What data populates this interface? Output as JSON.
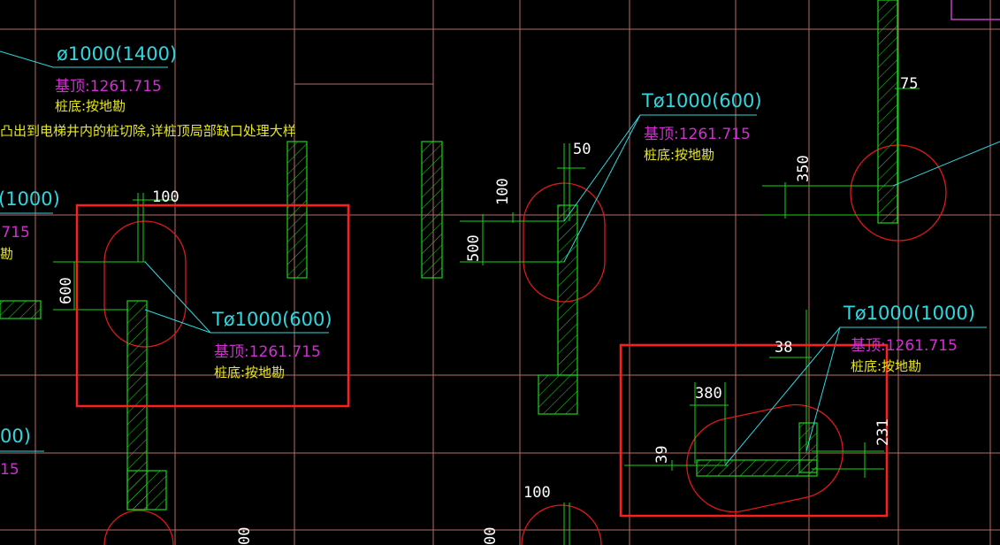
{
  "colors": {
    "background": "#000000",
    "grid": "#b86a6a",
    "wall": "#19d419",
    "dimension": "#19d419",
    "leader": "#2fd7e0",
    "pile_outline": "#e01818",
    "selection": "#ff1e1e",
    "label_pile": "#2fd7e0",
    "label_top": "#d22ed2",
    "label_bottom": "#e8e820",
    "dim_text": "#ffffff",
    "corner": "#c040c0"
  },
  "labels": {
    "top_left": {
      "pile": "ø1000(1400)",
      "top": "基顶:1261.715",
      "bottom": "桩底:按地勘"
    },
    "note": "凸出到电梯井内的桩切除,详桩顶局部缺口处理大样",
    "left_partial_1": {
      "pile": "(1000)",
      "top": ".715",
      "bottom": "勘"
    },
    "left_partial_2": {
      "pile": "00)",
      "top": "15"
    },
    "center_left": {
      "pile": "Tø1000(600)",
      "top": "基顶:1261.715",
      "bottom": "桩底:按地勘"
    },
    "center": {
      "pile": "Tø1000(600)",
      "top": "基顶:1261.715",
      "bottom": "桩底:按地勘"
    },
    "right": {
      "pile": "Tø1000(1000)",
      "top": "基顶:1261.715",
      "bottom": "桩底:按地勘"
    }
  },
  "dimensions": {
    "d100_a": "100",
    "d600": "600",
    "d50": "50",
    "d100_b": "100",
    "d500": "500",
    "d75": "75",
    "d350": "350",
    "d38": "38",
    "d380": "380",
    "d39": "39",
    "d231": "231",
    "d100_c": "100",
    "d00_a": "00",
    "d00_b": "00"
  }
}
